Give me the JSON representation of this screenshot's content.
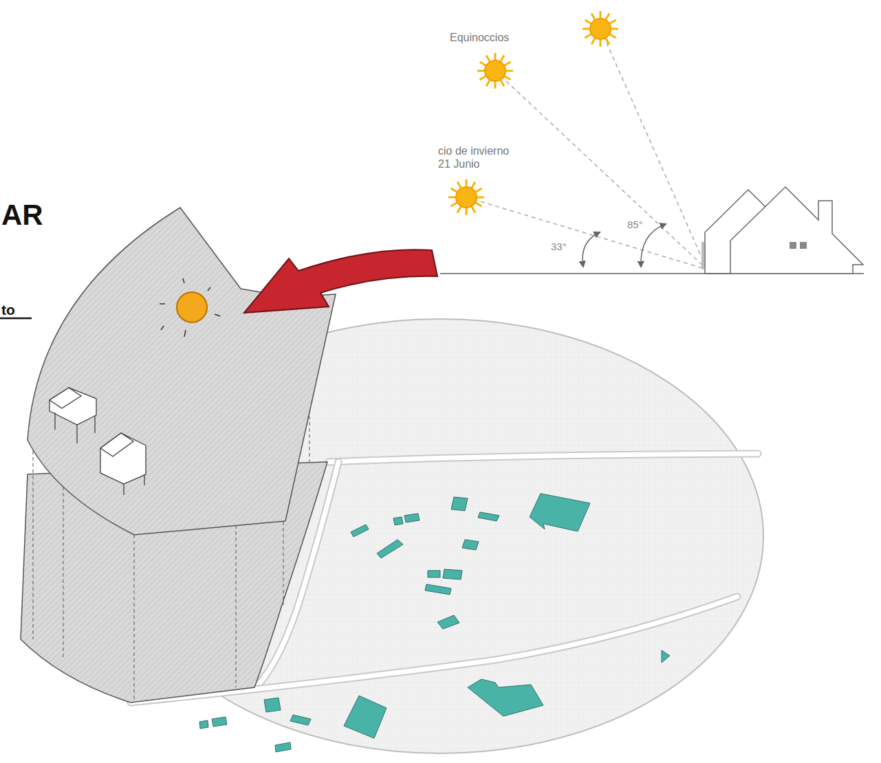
{
  "diagram": {
    "title": "AR",
    "labels": [
      "to",
      "Equinoccios",
      "cio de invierno 21 Junio",
      "33°",
      "85°"
    ]
  }
}
